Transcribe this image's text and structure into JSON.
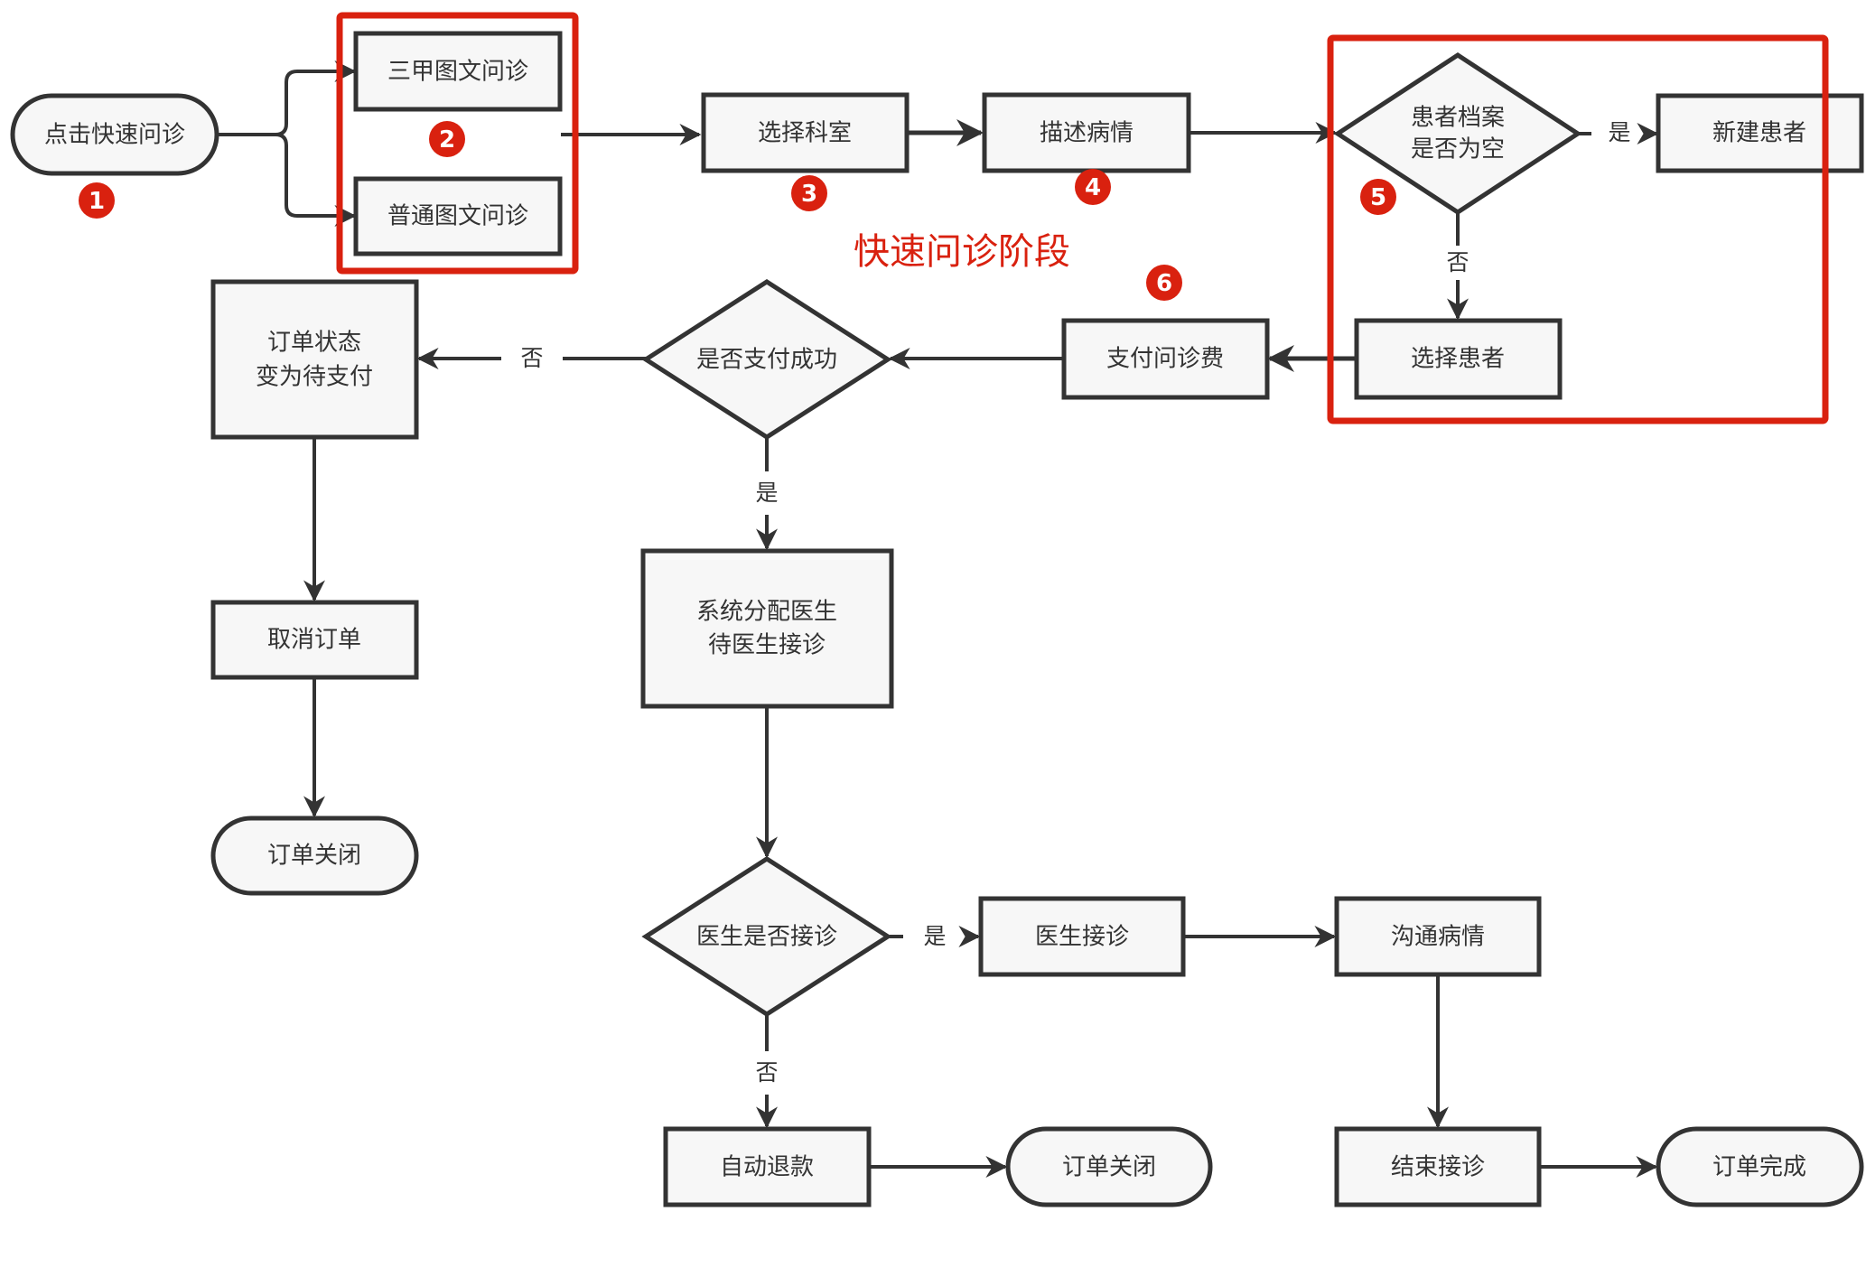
{
  "diagram": {
    "title": "快速问诊阶段",
    "colors": {
      "highlight": "#d9210f",
      "node_fill": "#f7f7f7",
      "node_stroke": "#333333",
      "text": "#333333"
    },
    "nodes": {
      "start": "点击快速问诊",
      "top_hospital": "三甲图文问诊",
      "normal": "普通图文问诊",
      "select_dept": "选择科室",
      "describe": "描述病情",
      "profile_check_line1": "患者档案",
      "profile_check_line2": "是否为空",
      "new_patient": "新建患者",
      "select_patient": "选择患者",
      "pay_fee": "支付问诊费",
      "pay_success": "是否支付成功",
      "pending_line1": "订单状态",
      "pending_line2": "变为待支付",
      "cancel_order": "取消订单",
      "order_closed_1": "订单关闭",
      "assign_line1": "系统分配医生",
      "assign_line2": "待医生接诊",
      "doctor_accept_check": "医生是否接诊",
      "doctor_accept": "医生接诊",
      "communicate": "沟通病情",
      "auto_refund": "自动退款",
      "order_closed_2": "订单关闭",
      "end_consult": "结束接诊",
      "order_complete": "订单完成"
    },
    "edge_labels": {
      "profile_yes": "是",
      "profile_no": "否",
      "pay_no": "否",
      "pay_yes": "是",
      "accept_yes": "是",
      "accept_no": "否"
    },
    "badges": [
      "1",
      "2",
      "3",
      "4",
      "5",
      "6"
    ]
  }
}
